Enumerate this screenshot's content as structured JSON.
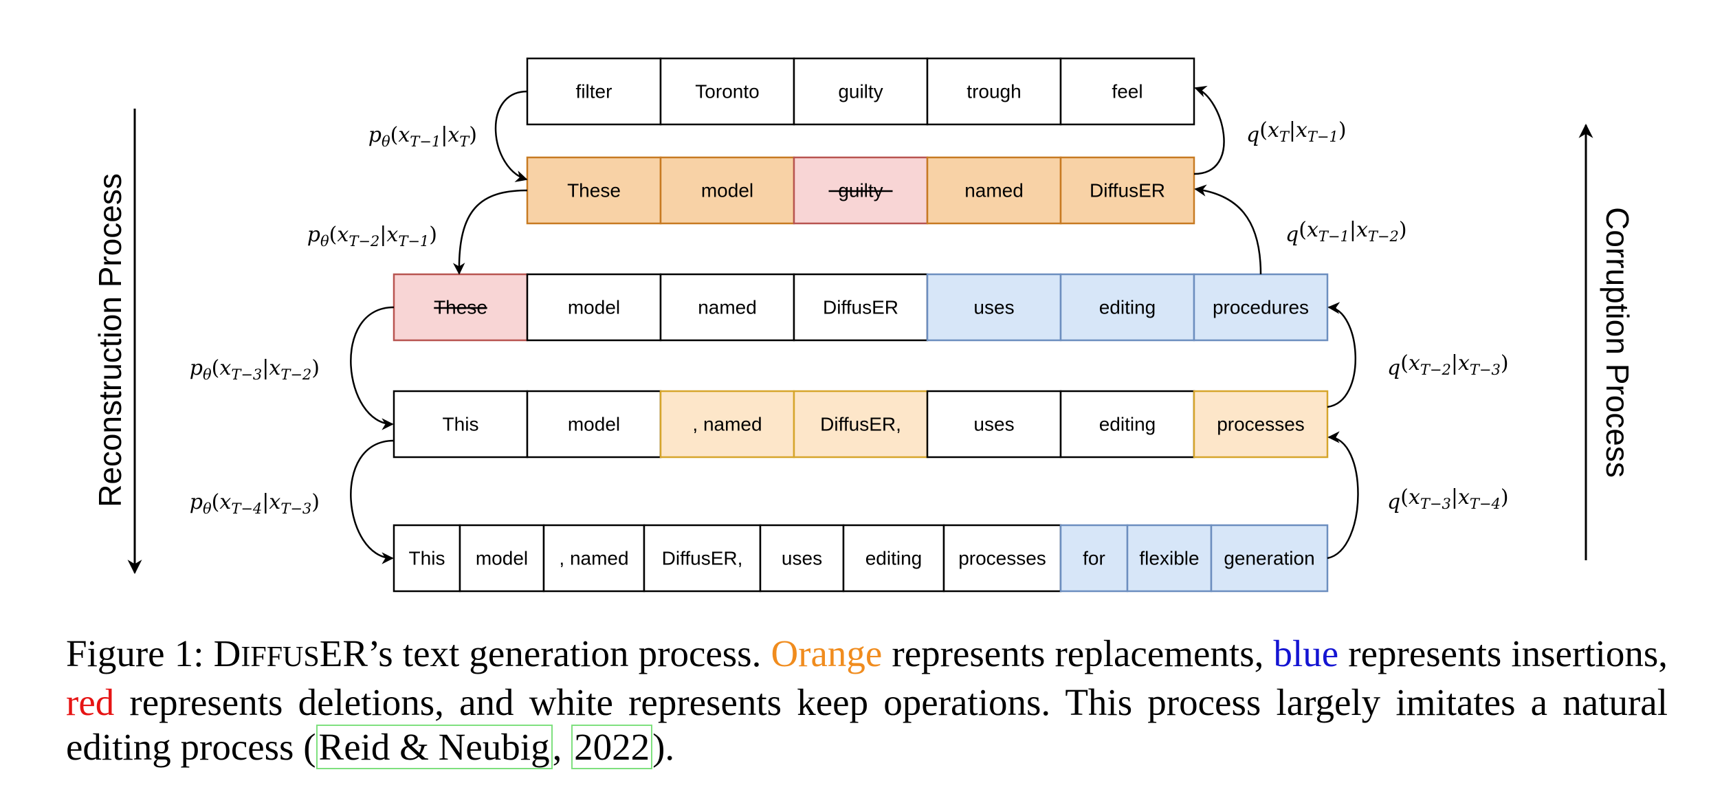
{
  "colors": {
    "replace_fill": "#f8d2a6",
    "replace_stroke": "#c77a22",
    "replace_light_fill": "#fde6c9",
    "replace_light_stroke": "#d6a52b",
    "insert_fill": "#d7e6f8",
    "insert_stroke": "#6c8ebf",
    "delete_fill": "#f8d5d5",
    "delete_stroke": "#b85450",
    "keep_fill": "#ffffff",
    "keep_stroke": "#000000"
  },
  "rows": [
    {
      "id": "row-t",
      "cells": [
        {
          "text": "filter",
          "op": "keep"
        },
        {
          "text": "Toronto",
          "op": "keep"
        },
        {
          "text": "guilty",
          "op": "keep"
        },
        {
          "text": "trough",
          "op": "keep"
        },
        {
          "text": "feel",
          "op": "keep"
        }
      ]
    },
    {
      "id": "row-t-1",
      "cells": [
        {
          "text": "These",
          "op": "replace"
        },
        {
          "text": "model",
          "op": "replace"
        },
        {
          "text": "guilty",
          "op": "delete",
          "strike": true
        },
        {
          "text": "named",
          "op": "replace"
        },
        {
          "text": "DiffusER",
          "op": "replace"
        }
      ]
    },
    {
      "id": "row-t-2",
      "cells": [
        {
          "text": "These",
          "op": "delete",
          "strike": true
        },
        {
          "text": "model",
          "op": "keep"
        },
        {
          "text": "named",
          "op": "keep"
        },
        {
          "text": "DiffusER",
          "op": "keep"
        },
        {
          "text": "uses",
          "op": "insert"
        },
        {
          "text": "editing",
          "op": "insert"
        },
        {
          "text": "procedures",
          "op": "insert"
        }
      ]
    },
    {
      "id": "row-t-3",
      "cells": [
        {
          "text": "This",
          "op": "keep"
        },
        {
          "text": "model",
          "op": "keep"
        },
        {
          "text": ", named",
          "op": "replace_light"
        },
        {
          "text": "DiffusER,",
          "op": "replace_light"
        },
        {
          "text": "uses",
          "op": "keep"
        },
        {
          "text": "editing",
          "op": "keep"
        },
        {
          "text": "processes",
          "op": "replace_light"
        }
      ]
    },
    {
      "id": "row-t-4",
      "cells": [
        {
          "text": "This",
          "op": "keep"
        },
        {
          "text": "model",
          "op": "keep"
        },
        {
          "text": ", named",
          "op": "keep"
        },
        {
          "text": "DiffusER,",
          "op": "keep"
        },
        {
          "text": "uses",
          "op": "keep"
        },
        {
          "text": "editing",
          "op": "keep"
        },
        {
          "text": "processes",
          "op": "keep"
        },
        {
          "text": "for",
          "op": "insert"
        },
        {
          "text": "flexible",
          "op": "insert"
        },
        {
          "text": "generation",
          "op": "insert"
        }
      ]
    }
  ],
  "reverse_labels": [
    {
      "fn": "p",
      "sub": "θ",
      "a": "x",
      "a_sub": "T−1",
      "b": "x",
      "b_sub": "T"
    },
    {
      "fn": "p",
      "sub": "θ",
      "a": "x",
      "a_sub": "T−2",
      "b": "x",
      "b_sub": "T−1"
    },
    {
      "fn": "p",
      "sub": "θ",
      "a": "x",
      "a_sub": "T−3",
      "b": "x",
      "b_sub": "T−2"
    },
    {
      "fn": "p",
      "sub": "θ",
      "a": "x",
      "a_sub": "T−4",
      "b": "x",
      "b_sub": "T−3"
    }
  ],
  "forward_labels": [
    {
      "fn": "q",
      "sub": "",
      "a": "x",
      "a_sub": "T",
      "b": "x",
      "b_sub": "T−1"
    },
    {
      "fn": "q",
      "sub": "",
      "a": "x",
      "a_sub": "T−1",
      "b": "x",
      "b_sub": "T−2"
    },
    {
      "fn": "q",
      "sub": "",
      "a": "x",
      "a_sub": "T−2",
      "b": "x",
      "b_sub": "T−3"
    },
    {
      "fn": "q",
      "sub": "",
      "a": "x",
      "a_sub": "T−3",
      "b": "x",
      "b_sub": "T−4"
    }
  ],
  "side_labels": {
    "reconstruction": "Reconstruction Process",
    "corruption": "Corruption Process"
  },
  "caption": {
    "prefix": "Figure 1: ",
    "name_d": "D",
    "name_iffus": "IFFUS",
    "name_er": "ER’s text generation process. ",
    "orange_word": "Orange",
    "after_orange": " represents replacements, ",
    "blue_word": "blue",
    "after_blue": " represents insertions, ",
    "red_word": "red",
    "after_red": " represents deletions, and white represents keep operations. This process largely imitates a natural editing process (",
    "cite_author": "Reid & Neubig",
    "cite_sep": ", ",
    "cite_year": "2022",
    "suffix": ")."
  }
}
